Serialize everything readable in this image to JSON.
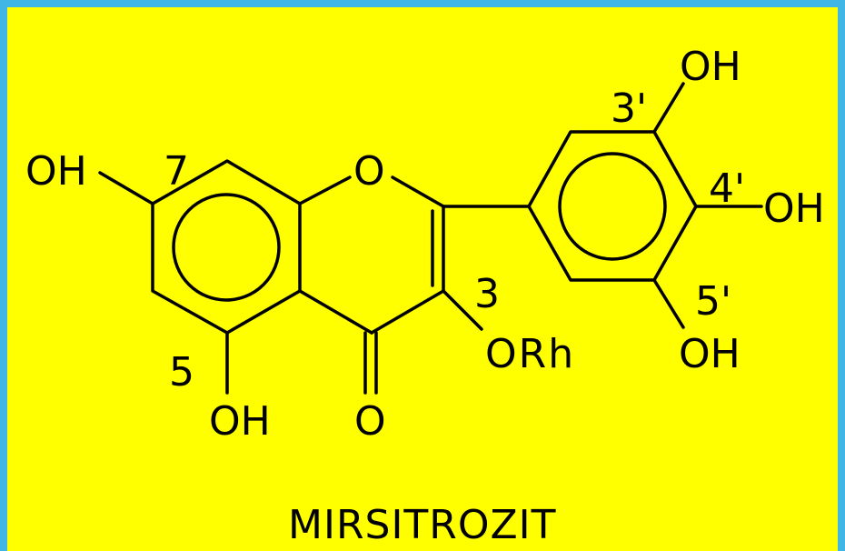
{
  "colors": {
    "border": "#3fb6e6",
    "background": "#ffff00",
    "ink": "#000000"
  },
  "diagram": {
    "title": "MIRSITROZIT",
    "atoms": {
      "oh_7": "OH",
      "ring_o": "O",
      "oh_5": "OH",
      "carbonyl_o": "O",
      "o_rh": "ORh",
      "oh_3prime": "OH",
      "oh_4prime": "OH",
      "oh_5prime": "OH"
    },
    "positions": {
      "pos_7": "7",
      "pos_5": "5",
      "pos_3": "3",
      "pos_3prime": "3'",
      "pos_4prime": "4'",
      "pos_5prime": "5'"
    }
  }
}
